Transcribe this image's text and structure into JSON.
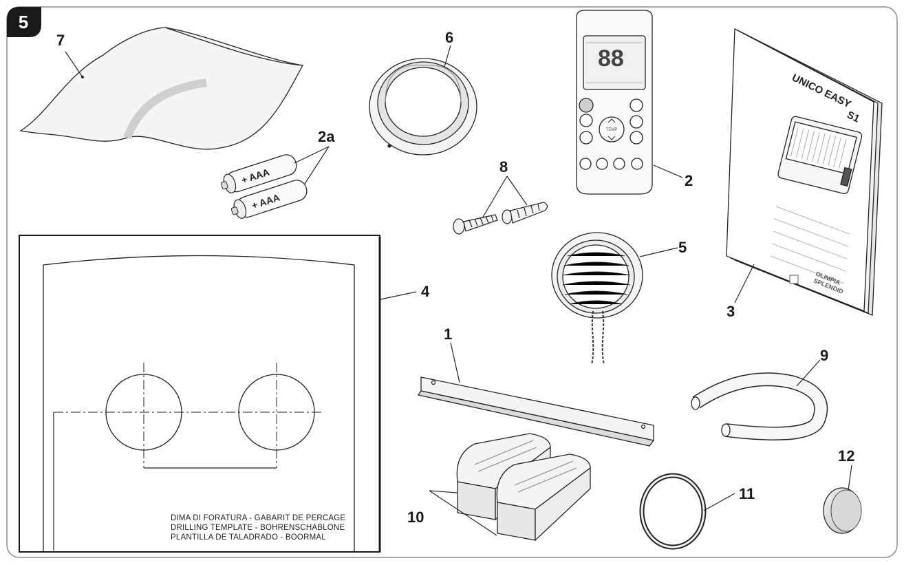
{
  "figure_number": "5",
  "labels": {
    "bracket": "1",
    "remote": "2",
    "batteries": "2a",
    "manual": "3",
    "template": "4",
    "grille": "5",
    "ring": "6",
    "insulation": "7",
    "screws": "8",
    "tube": "9",
    "feet": "10",
    "band": "11",
    "cap": "12"
  },
  "battery_text": [
    "+ AAA",
    "+ AAA"
  ],
  "remote_display": {
    "digits": "88",
    "temp_button": "TEMP"
  },
  "manual_cover": {
    "title_line1": "UNICO EASY",
    "title_line2": "S1",
    "brand_line1": "OLIMPIA",
    "brand_line2": "SPLENDID"
  },
  "template_text": [
    "DIMA DI FORATURA - GABARIT DE PERCAGE",
    "DRILLING TEMPLATE - BOHRENSCHABLONE",
    "PLANTILLA DE TALADRADO - BOORMAL"
  ],
  "colors": {
    "frame_border": "#888888",
    "line": "#222222",
    "badge": "#1a1a1a"
  }
}
